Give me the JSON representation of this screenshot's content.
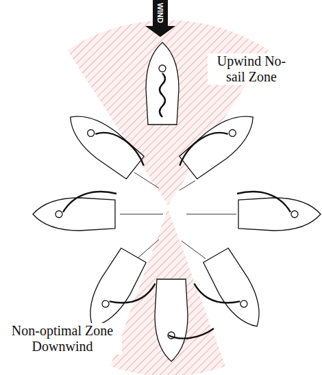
{
  "diagram": {
    "labels": [
      "WIND",
      "Upwind No-sail Zone",
      "Non-optimal Zone Downwind"
    ]
  }
}
